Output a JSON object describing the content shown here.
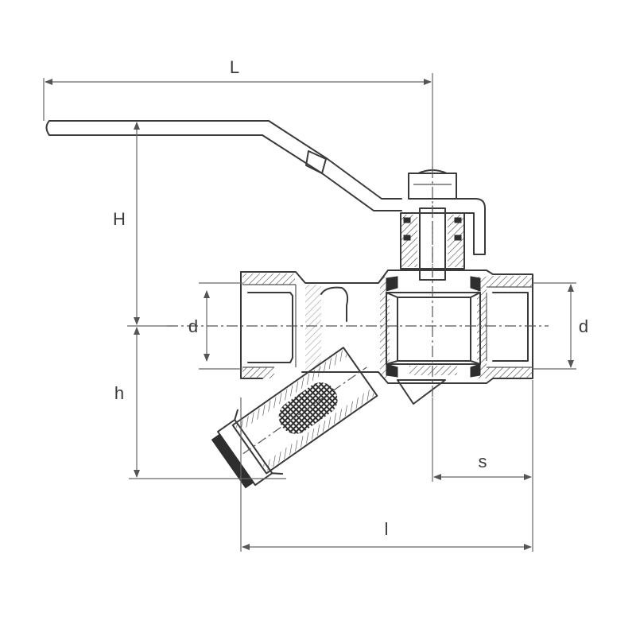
{
  "dimensions": {
    "L": "L",
    "H": "H",
    "h": "h",
    "d_left": "d",
    "d_right": "d",
    "s": "s",
    "l": "l"
  },
  "colors": {
    "line": "#3a3a3a",
    "background": "#ffffff",
    "fill_dark": "#2e2e2e"
  }
}
